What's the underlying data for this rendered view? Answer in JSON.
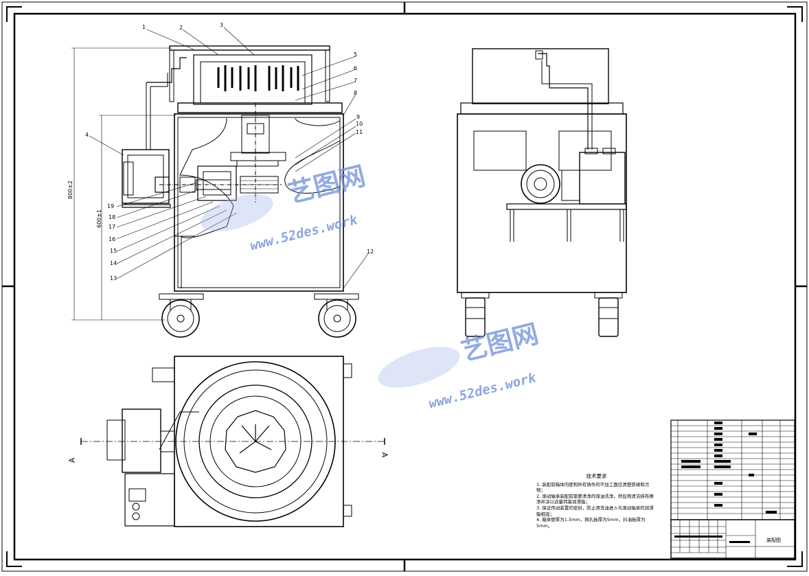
{
  "drawing": {
    "part_numbers": [
      "1",
      "2",
      "3",
      "4",
      "5",
      "6",
      "7",
      "8",
      "9",
      "10",
      "11",
      "12",
      "13",
      "14",
      "15",
      "16",
      "17",
      "18",
      "19"
    ],
    "dimensions": {
      "overall_height": "800±2",
      "body_height": "600±1"
    },
    "section_marks": [
      "A",
      "A"
    ],
    "watermark": {
      "brand": "艺图网",
      "url": "www.52des.work"
    },
    "technical_requirements": {
      "title": "技术要求",
      "items": [
        "1. 装配前箱体内壁和所有铸件的不加工面应清楚铁锈和污物；",
        "2. 滚动轴承装配前需要清净的煤油洗净，然后用清洁抹布擦净并涂以适量钙基润滑脂；",
        "3. 保证传动装置的密封，防止清洗油进入与滚动轴承的润滑脂相混；",
        "4. 箱体壁厚为1.5mm，网孔板厚为5mm，抖油板厚为5mm。"
      ]
    },
    "title_block": {
      "name": "装配图"
    }
  }
}
